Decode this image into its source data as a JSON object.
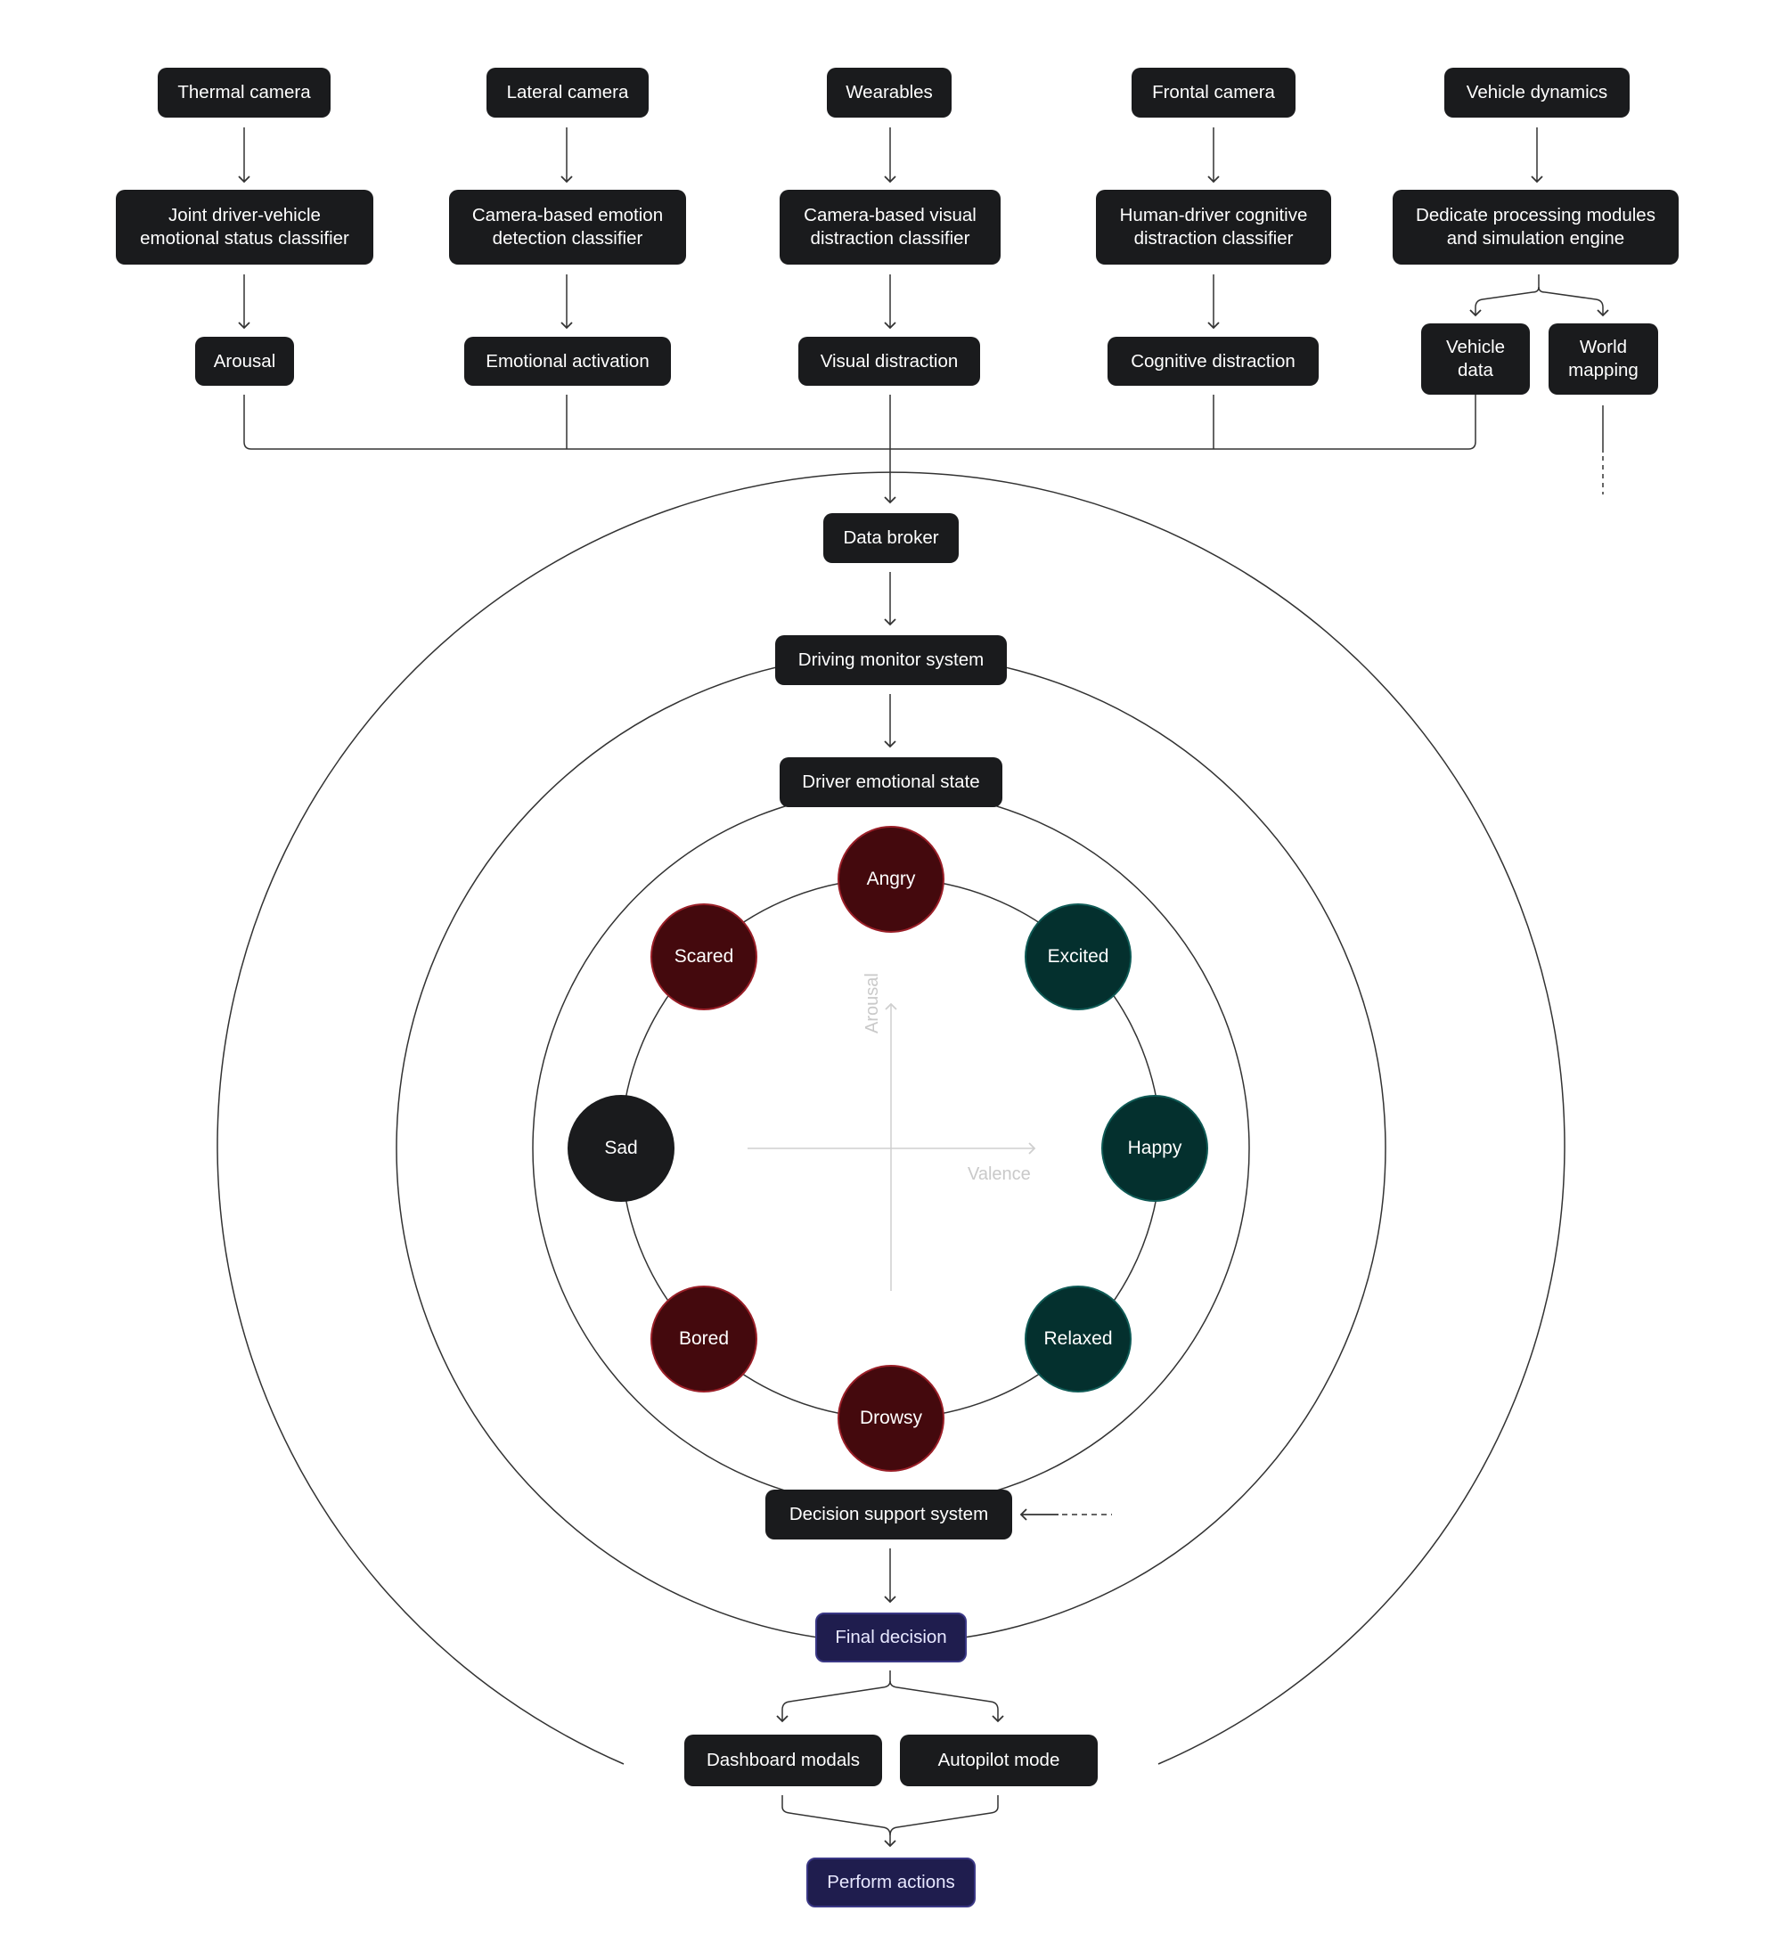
{
  "sources": [
    "Thermal camera",
    "Lateral camera",
    "Wearables",
    "Frontal camera",
    "Vehicle dynamics"
  ],
  "classifiers": [
    "Joint driver-vehicle\nemotional status classifier",
    "Camera-based emotion\ndetection classifier",
    "Camera-based visual\ndistraction classifier",
    "Human-driver cognitive\ndistraction classifier",
    "Dedicate processing modules\nand simulation engine"
  ],
  "outputs": [
    "Arousal",
    "Emotional activation",
    "Visual distraction",
    "Cognitive distraction"
  ],
  "vehicle_outputs": [
    "Vehicle\ndata",
    "World\nmapping"
  ],
  "pipeline": {
    "data_broker": "Data broker",
    "driving_monitor": "Driving monitor system",
    "emotional_state": "Driver emotional state",
    "decision_support": "Decision support system",
    "final_decision": "Final decision",
    "dashboard": "Dashboard modals",
    "autopilot": "Autopilot mode",
    "perform": "Perform actions"
  },
  "emotions": [
    {
      "label": "Angry",
      "tone": "neg"
    },
    {
      "label": "Excited",
      "tone": "pos"
    },
    {
      "label": "Happy",
      "tone": "pos"
    },
    {
      "label": "Relaxed",
      "tone": "pos"
    },
    {
      "label": "Drowsy",
      "tone": "neg"
    },
    {
      "label": "Bored",
      "tone": "neg"
    },
    {
      "label": "Sad",
      "tone": "neutral"
    },
    {
      "label": "Scared",
      "tone": "neg"
    }
  ],
  "axes": {
    "vertical": "Arousal",
    "horizontal": "Valence"
  },
  "colors": {
    "node": "#1a1b1d",
    "accent": "#1f1d4e",
    "negative": "#44090d",
    "positive": "#04302e",
    "line": "#333333",
    "axis": "#cfcfcf"
  }
}
